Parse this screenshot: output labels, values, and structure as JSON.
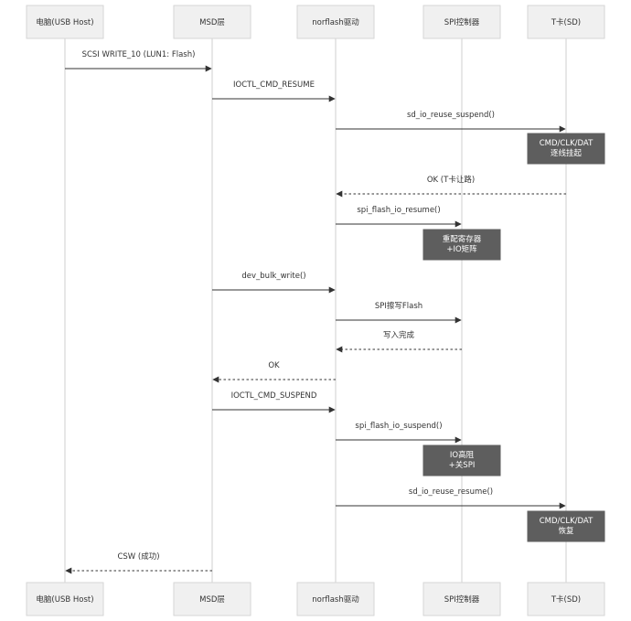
{
  "participants": [
    {
      "label": "电脑(USB Host)"
    },
    {
      "label": "MSD层"
    },
    {
      "label": "norflash驱动"
    },
    {
      "label": "SPI控制器"
    },
    {
      "label": "T卡(SD)"
    }
  ],
  "messages": [
    {
      "from": 0,
      "to": 1,
      "text": "SCSI WRITE_10 (LUN1: Flash)",
      "dashed": false
    },
    {
      "from": 1,
      "to": 2,
      "text": "IOCTL_CMD_RESUME",
      "dashed": false
    },
    {
      "from": 2,
      "to": 4,
      "text": "sd_io_reuse_suspend()",
      "dashed": false
    },
    {
      "from": 4,
      "to": 2,
      "text": "OK (T卡让路)",
      "dashed": true
    },
    {
      "from": 2,
      "to": 3,
      "text": "spi_flash_io_resume()",
      "dashed": false
    },
    {
      "from": 1,
      "to": 2,
      "text": "dev_bulk_write()",
      "dashed": false
    },
    {
      "from": 2,
      "to": 3,
      "text": "SPI擦写Flash",
      "dashed": false
    },
    {
      "from": 3,
      "to": 2,
      "text": "写入完成",
      "dashed": true
    },
    {
      "from": 2,
      "to": 1,
      "text": "OK",
      "dashed": true
    },
    {
      "from": 1,
      "to": 2,
      "text": "IOCTL_CMD_SUSPEND",
      "dashed": false
    },
    {
      "from": 2,
      "to": 3,
      "text": "spi_flash_io_suspend()",
      "dashed": false
    },
    {
      "from": 2,
      "to": 4,
      "text": "sd_io_reuse_resume()",
      "dashed": false
    },
    {
      "from": 1,
      "to": 0,
      "text": "CSW (成功)",
      "dashed": true
    }
  ],
  "notes": [
    {
      "over": 4,
      "lines": [
        "CMD/CLK/DAT",
        "逐线挂起"
      ]
    },
    {
      "over": 3,
      "lines": [
        "重配寄存器",
        "+IO矩阵"
      ]
    },
    {
      "over": 3,
      "lines": [
        "IO高阻",
        "+关SPI"
      ]
    },
    {
      "over": 4,
      "lines": [
        "CMD/CLK/DAT",
        "恢复"
      ]
    }
  ]
}
